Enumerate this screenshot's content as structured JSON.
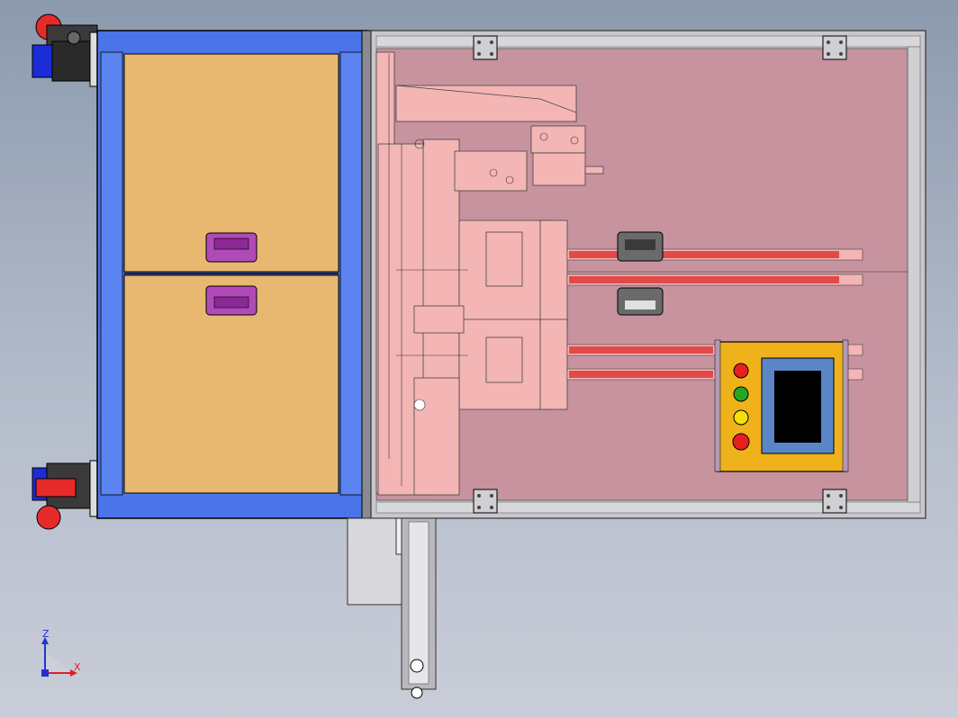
{
  "axis_triad": {
    "z_label": "Z",
    "x_label": "X",
    "colors": {
      "z": "#2233cc",
      "x": "#dd2222",
      "origin": "#2233cc"
    }
  },
  "colors": {
    "frame_blue": "#4a74e8",
    "drawer_panel": "#e8b870",
    "drawer_handle": "#b04ab8",
    "machine_bed": "#c7939f",
    "mechanism_pink": "#f4b5b5",
    "rail_red": "#e24a4a",
    "aluminium": "#c8c8cc",
    "control_panel": "#f0b21a",
    "screen_bezel": "#5a86c8",
    "screen": "#000000"
  },
  "control_panel": {
    "buttons": [
      {
        "name": "stop-button-red",
        "color": "#e81f1f"
      },
      {
        "name": "start-button-green",
        "color": "#22a822"
      },
      {
        "name": "reset-button-yellow",
        "color": "#f2e20a"
      },
      {
        "name": "emergency-button-red",
        "color": "#e81f1f"
      }
    ]
  },
  "drawer": {
    "handles": [
      "drawer-handle-upper",
      "drawer-handle-lower"
    ]
  }
}
